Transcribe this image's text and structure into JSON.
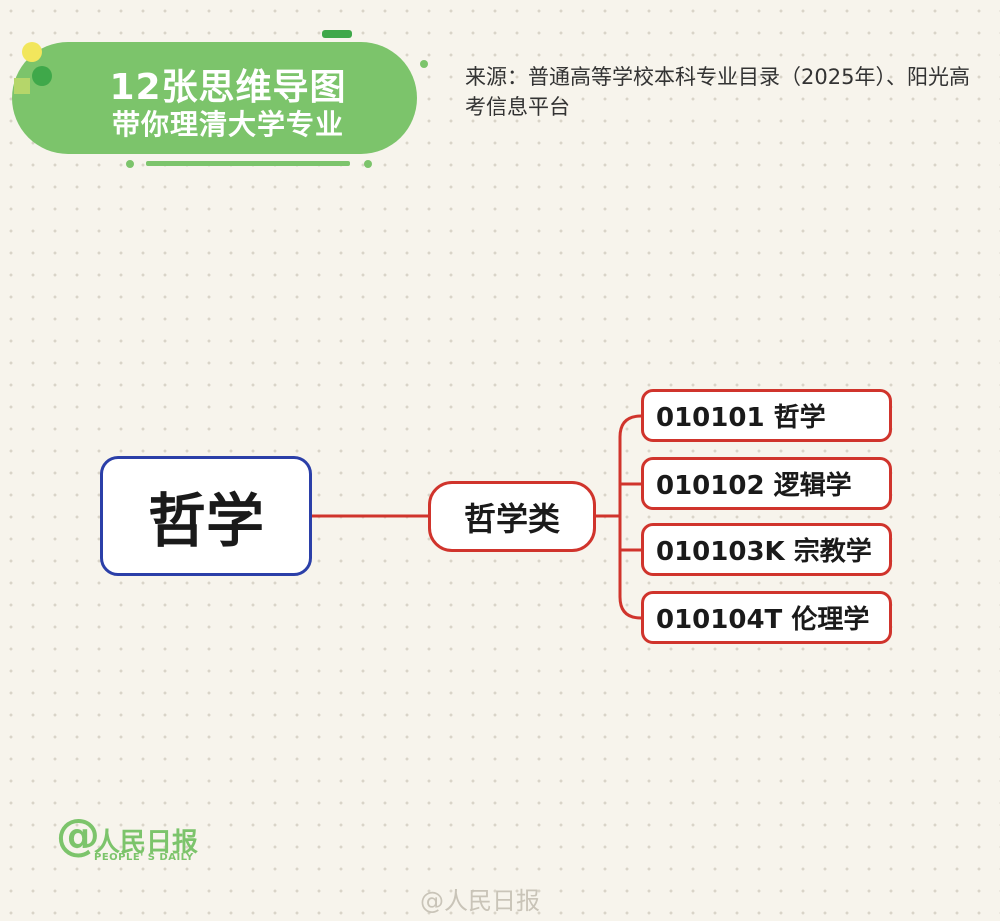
{
  "header": {
    "banner_line1": "12张思维导图",
    "banner_line2": "带你理清大学专业",
    "source_text": "来源：普通高等学校本科专业目录（2025年）、阳光高考信息平台"
  },
  "mindmap": {
    "root": "哲学",
    "category": "哲学类",
    "majors": [
      "010101 哲学",
      "010102 逻辑学",
      "010103K 宗教学",
      "010104T 伦理学"
    ]
  },
  "logo": {
    "at": "@",
    "cn": "人民日报",
    "en": "PEOPLE' S DAILY"
  },
  "watermark": "@人民日报",
  "colors": {
    "green": "#7cc46b",
    "yellow": "#f2e65c",
    "blue": "#2b3fa8",
    "red": "#d0342c",
    "background": "#f7f4ec"
  }
}
